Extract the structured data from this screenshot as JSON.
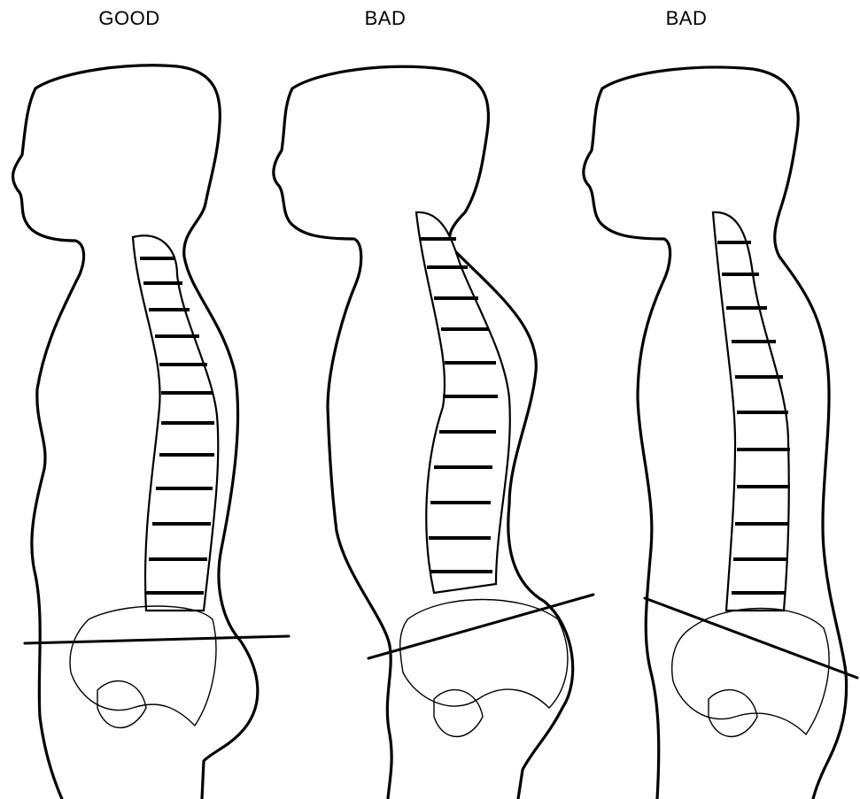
{
  "figures": [
    {
      "label": "GOOD",
      "posture": "neutral"
    },
    {
      "label": "BAD",
      "posture": "anterior-tilt"
    },
    {
      "label": "BAD",
      "posture": "posterior-tilt"
    }
  ],
  "colors": {
    "ink": "#000000",
    "paper": "#ffffff"
  }
}
